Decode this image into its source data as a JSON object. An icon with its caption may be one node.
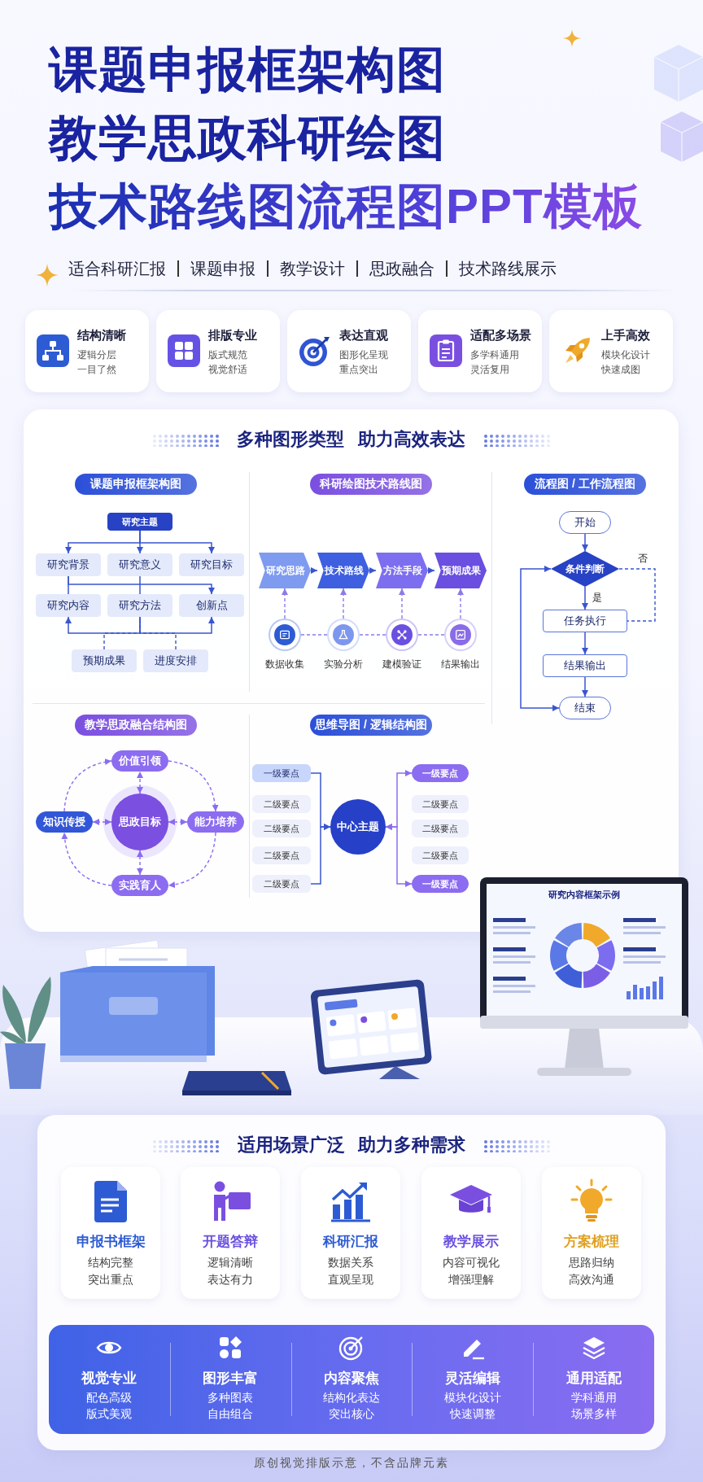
{
  "diagram": {
    "title": "课题申报框架构图教学思政科研绘图技术路线图流程图PPT模板",
    "nodes": [
      {
        "text": [
          "结构清晰",
          "逻辑分层一目了然"
        ]
      },
      {
        "text": [
          "排版专业",
          "版式规范视觉舒适"
        ]
      },
      {
        "text": [
          "表达直观",
          "图形化呈现重点突出"
        ]
      },
      {
        "text": [
          "适配多场景",
          "多学科通用灵活复用"
        ]
      },
      {
        "text": [
          "上手高效",
          "模块化设计快速成图"
        ]
      },
      {
        "text": [
          "多种图形类型 助力高效表达"
        ]
      },
      {
        "text": [
          "课题申报框架构图"
        ],
        "in": 5
      },
      {
        "text": [
          "研究主题"
        ],
        "in": 5
      },
      {
        "text": [
          "研究背景"
        ],
        "in": 5
      },
      {
        "text": [
          "研究意义"
        ],
        "in": 5
      },
      {
        "text": [
          "研究目标"
        ],
        "in": 5
      },
      {
        "text": [
          "研究内容"
        ],
        "in": 5
      },
      {
        "text": [
          "研究方法"
        ],
        "in": 5
      },
      {
        "text": [
          "创新点"
        ],
        "in": 5
      },
      {
        "text": [
          "预期成果"
        ],
        "in": 5
      },
      {
        "text": [
          "进度安排"
        ],
        "in": 5
      },
      {
        "text": [
          "科研绘图技术路线图"
        ],
        "in": 5
      },
      {
        "text": [
          "研究思路"
        ],
        "in": 5
      },
      {
        "text": [
          "技术路线"
        ],
        "in": 5
      },
      {
        "text": [
          "方法手段"
        ],
        "in": 5
      },
      {
        "text": [
          "预期成果"
        ],
        "in": 5
      },
      {
        "text": [
          "数据收集"
        ],
        "in": 5
      },
      {
        "text": [
          "实验分析"
        ],
        "in": 5
      },
      {
        "text": [
          "建模验证"
        ],
        "in": 5
      },
      {
        "text": [
          "结果输出"
        ],
        "in": 5
      },
      {
        "text": [
          "流程图 / 工作流程图"
        ],
        "in": 5
      },
      {
        "text": [
          "开始"
        ],
        "in": 5
      },
      {
        "text": [
          "条件判断"
        ],
        "in": 5
      },
      {
        "text": [
          "任务执行"
        ],
        "in": 5
      },
      {
        "text": [
          "结果输出"
        ],
        "in": 5
      },
      {
        "text": [
          "结束"
        ],
        "in": 5
      },
      {
        "text": [
          "教学思政融合结构图"
        ],
        "in": 5
      },
      {
        "text": [
          "价值引领"
        ],
        "in": 5
      },
      {
        "text": [
          "知识传授"
        ],
        "in": 5
      },
      {
        "text": [
          "思政目标"
        ],
        "in": 5
      },
      {
        "text": [
          "能力培养"
        ],
        "in": 5
      },
      {
        "text": [
          "实践育人"
        ],
        "in": 5
      },
      {
        "text": [
          "思维导图 / 逻辑结构图"
        ],
        "in": 5
      },
      {
        "text": [
          "一级要点"
        ],
        "in": 5
      },
      {
        "text": [
          "二级要点"
        ],
        "in": 5
      },
      {
        "text": [
          "二级要点"
        ],
        "in": 5
      },
      {
        "text": [
          "二级要点"
        ],
        "in": 5
      },
      {
        "text": [
          "二级要点"
        ],
        "in": 5
      },
      {
        "text": [
          "中心主题"
        ],
        "in": 5
      },
      {
        "text": [
          "一级要点"
        ],
        "in": 5
      },
      {
        "text": [
          "二级要点"
        ],
        "in": 5
      },
      {
        "text": [
          "二级要点"
        ],
        "in": 5
      },
      {
        "text": [
          "二级要点"
        ],
        "in": 5
      },
      {
        "text": [
          "一级要点"
        ],
        "in": 5
      },
      {
        "text": [
          "适用场景广泛 助力多种需求"
        ]
      },
      {
        "text": [
          "申报书框架",
          "结构完整突出重点"
        ],
        "in": 49
      },
      {
        "text": [
          "开题答辩",
          "逻辑清晰表达有力"
        ],
        "in": 49
      },
      {
        "text": [
          "科研汇报",
          "数据关系直观呈现"
        ],
        "in": 49
      },
      {
        "text": [
          "教学展示",
          "内容可视化增强理解"
        ],
        "in": 49
      },
      {
        "text": [
          "方案梳理",
          "思路归纳高效沟通"
        ],
        "in": 49
      }
    ],
    "edges": [
      {
        "from": 7,
        "to": 8,
        "arrow": "to"
      },
      {
        "from": 7,
        "to": 9,
        "arrow": "to"
      },
      {
        "from": 7,
        "to": 10,
        "arrow": "to"
      },
      {
        "from": 8,
        "to": 11,
        "arrow": "none"
      },
      {
        "from": 9,
        "to": 12,
        "arrow": "none"
      },
      {
        "from": 8,
        "to": 13,
        "arrow": "to"
      },
      {
        "from": 12,
        "to": 11,
        "arrow": "to"
      },
      {
        "from": 12,
        "to": 13,
        "arrow": "to"
      },
      {
        "from": 14,
        "to": 12,
        "arrow": "none",
        "style": "dashed"
      },
      {
        "from": 15,
        "to": 12,
        "arrow": "none",
        "style": "dashed"
      },
      {
        "from": 17,
        "to": 18,
        "arrow": "to"
      },
      {
        "from": 18,
        "to": 19,
        "arrow": "to"
      },
      {
        "from": 19,
        "to": 20,
        "arrow": "to"
      },
      {
        "from": 21,
        "to": 17,
        "arrow": "to",
        "style": "dashed",
        "color": "#8b7be8"
      },
      {
        "from": 22,
        "to": 18,
        "arrow": "to",
        "style": "dashed",
        "color": "#8b7be8"
      },
      {
        "from": 23,
        "to": 19,
        "arrow": "to",
        "style": "dashed",
        "color": "#8b7be8"
      },
      {
        "from": 24,
        "to": 20,
        "arrow": "to",
        "style": "dashed",
        "color": "#8b7be8"
      },
      {
        "from": 21,
        "to": 22,
        "arrow": "none",
        "style": "dashed",
        "color": "#8b7be8"
      },
      {
        "from": 22,
        "to": 23,
        "arrow": "none",
        "style": "dashed",
        "color": "#8b7be8"
      },
      {
        "from": 23,
        "to": 24,
        "arrow": "none",
        "style": "dashed",
        "color": "#8b7be8"
      },
      {
        "from": 26,
        "to": 27,
        "arrow": "to"
      },
      {
        "from": 27,
        "to": 28,
        "arrow": "to",
        "label": "是"
      },
      {
        "from": 27,
        "to": 28,
        "arrow": "none",
        "style": "dashed",
        "label": "否"
      },
      {
        "from": 28,
        "to": 29,
        "arrow": "to"
      },
      {
        "from": 29,
        "to": 30,
        "arrow": "to"
      },
      {
        "from": 27,
        "to": 30,
        "arrow": "both"
      },
      {
        "from": 34,
        "to": 32,
        "arrow": "both",
        "style": "dashed",
        "color": "#8b6cf0"
      },
      {
        "from": 34,
        "to": 33,
        "arrow": "both",
        "style": "dashed",
        "color": "#8b6cf0"
      },
      {
        "from": 34,
        "to": 35,
        "arrow": "both",
        "style": "dashed",
        "color": "#8b6cf0"
      },
      {
        "from": 34,
        "to": 36,
        "arrow": "both",
        "style": "dashed",
        "color": "#8b6cf0"
      },
      {
        "from": 32,
        "to": 35,
        "arrow": "to",
        "style": "dashed",
        "color": "#8b6cf0"
      },
      {
        "from": 35,
        "to": 36,
        "arrow": "to",
        "style": "dashed",
        "color": "#8b6cf0"
      },
      {
        "from": 36,
        "to": 33,
        "arrow": "to",
        "style": "dashed",
        "color": "#8b6cf0"
      },
      {
        "from": 33,
        "to": 32,
        "arrow": "to",
        "style": "dashed",
        "color": "#8b6cf0"
      },
      {
        "from": 38,
        "to": 43,
        "arrow": "to"
      },
      {
        "from": 42,
        "to": 43,
        "arrow": "to"
      },
      {
        "from": 43,
        "to": 44,
        "arrow": "both",
        "color": "#8b6cf0"
      },
      {
        "from": 43,
        "to": 48,
        "arrow": "both",
        "color": "#8b6cf0"
      }
    ],
    "labels": [
      "适合科研汇报",
      "课题申报",
      "教学设计",
      "思政融合",
      "技术路线展示",
      "研究内容框架示例",
      "视觉专业",
      "配色高级版式美观",
      "图形丰富",
      "多种图表自由组合",
      "内容聚焦",
      "结构化表达突出核心",
      "灵活编辑",
      "模块化设计快速调整",
      "通用适配",
      "学科通用场景多样",
      "原创视觉排版示意，不含品牌元素"
    ]
  }
}
